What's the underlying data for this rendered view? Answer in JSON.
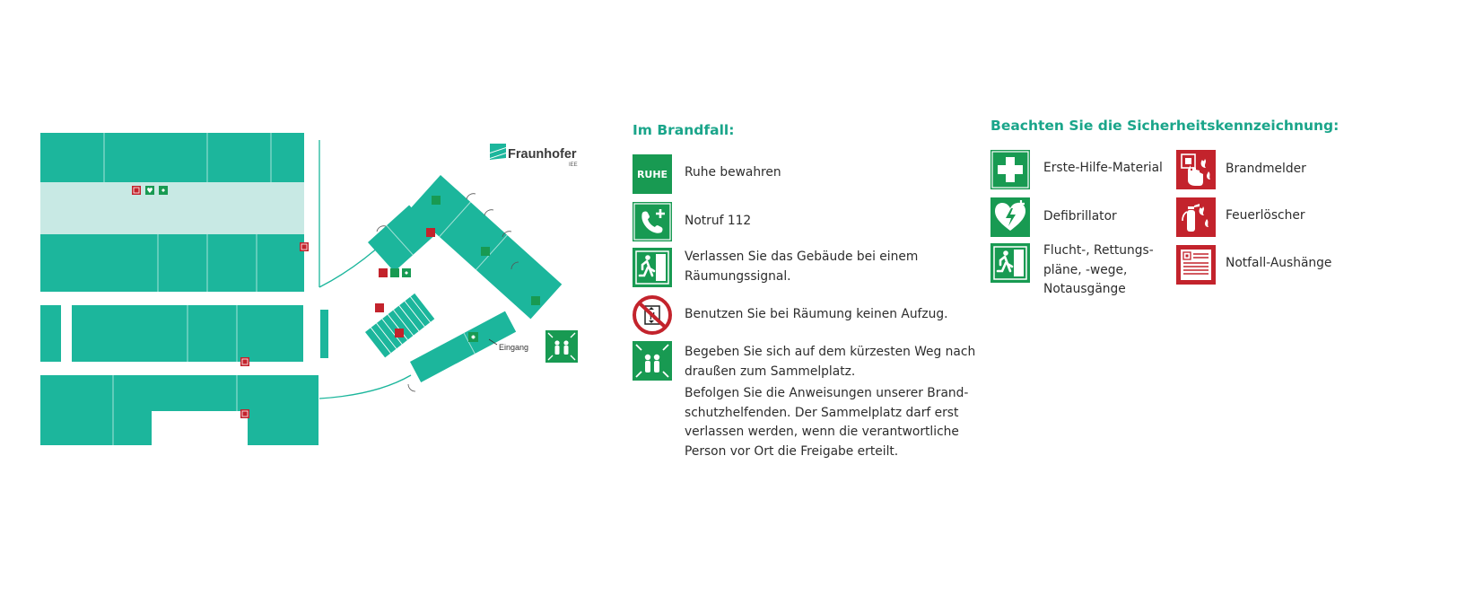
{
  "colors": {
    "teal": "#1cb69c",
    "teal_light": "#c8e9e4",
    "green": "#189a52",
    "red": "#c3232c",
    "text": "#2d2d2d",
    "heading": "#1aa58a"
  },
  "map": {
    "logo": {
      "name": "Fraunhofer",
      "sub": "IEE"
    },
    "entrance_label": "Eingang"
  },
  "fire_section": {
    "heading": "Im Brandfall:",
    "ruhe_icon_text": "RUHE",
    "items": [
      {
        "icon": "ruhe-sign-icon",
        "text": "Ruhe bewahren"
      },
      {
        "icon": "emergency-phone-icon",
        "text": "Notruf 112"
      },
      {
        "icon": "emergency-exit-icon",
        "text": "Verlassen Sie das Gebäude bei einem\nRäumungssignal."
      },
      {
        "icon": "no-elevator-icon",
        "text": "Benutzen Sie bei Räumung keinen Aufzug."
      },
      {
        "icon": "assembly-point-icon",
        "text": "Begeben Sie sich auf dem kürzesten Weg nach\ndraußen zum Sammelplatz."
      }
    ],
    "note": "Befolgen Sie die Anweisungen unserer Brand-\nschutzhelfenden. Der Sammelplatz darf erst\nverlassen werden, wenn die verantwortliche\nPerson vor Ort die Freigabe erteilt."
  },
  "safety_section": {
    "heading": "Beachten Sie die Sicherheitskennzeichnung:",
    "left": [
      {
        "icon": "first-aid-icon",
        "text": "Erste-Hilfe-Material"
      },
      {
        "icon": "defibrillator-icon",
        "text": "Defibrillator"
      },
      {
        "icon": "escape-route-icon",
        "text": "Flucht-, Rettungs-\npläne, -wege,\nNotausgänge"
      }
    ],
    "right": [
      {
        "icon": "fire-alarm-icon",
        "text": "Brandmelder"
      },
      {
        "icon": "fire-extinguisher-icon",
        "text": "Feuerlöscher"
      },
      {
        "icon": "emergency-notice-icon",
        "text": "Notfall-Aushänge"
      }
    ]
  }
}
